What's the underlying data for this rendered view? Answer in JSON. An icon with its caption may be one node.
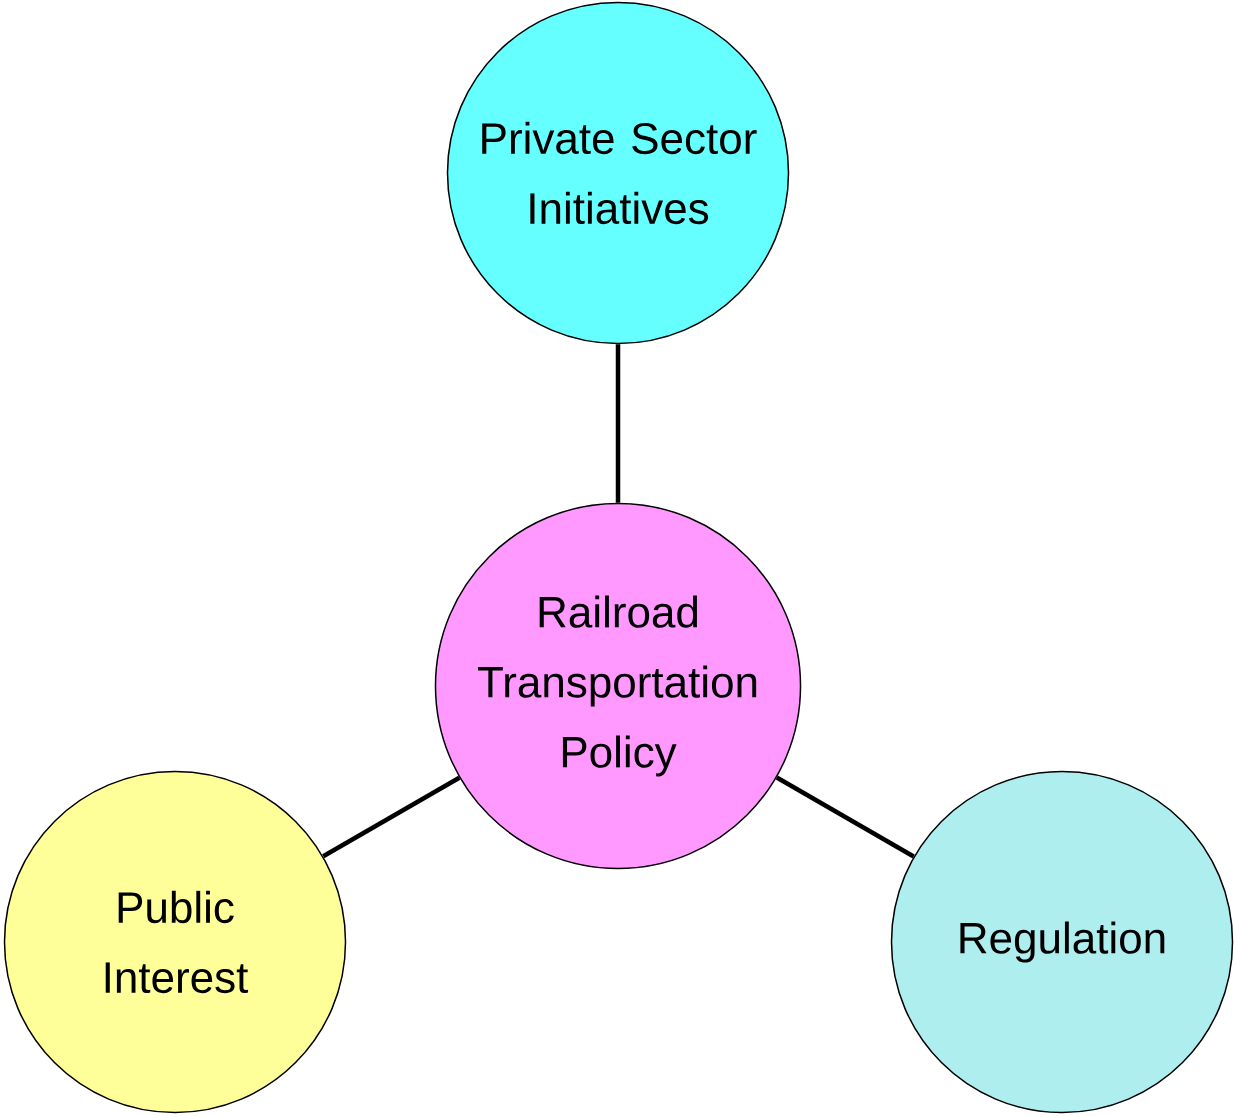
{
  "diagram": {
    "nodes": [
      {
        "text": [
          "Private Sector Initiatives"
        ]
      },
      {
        "text": [
          "Railroad Transportation Policy"
        ]
      },
      {
        "text": [
          "Public Interest"
        ]
      },
      {
        "text": [
          "Regulation"
        ]
      }
    ],
    "edges": [
      {
        "from": 1,
        "to": 0,
        "arrow": "none"
      },
      {
        "from": 1,
        "to": 2,
        "arrow": "none"
      },
      {
        "from": 1,
        "to": 3,
        "arrow": "none"
      }
    ]
  }
}
